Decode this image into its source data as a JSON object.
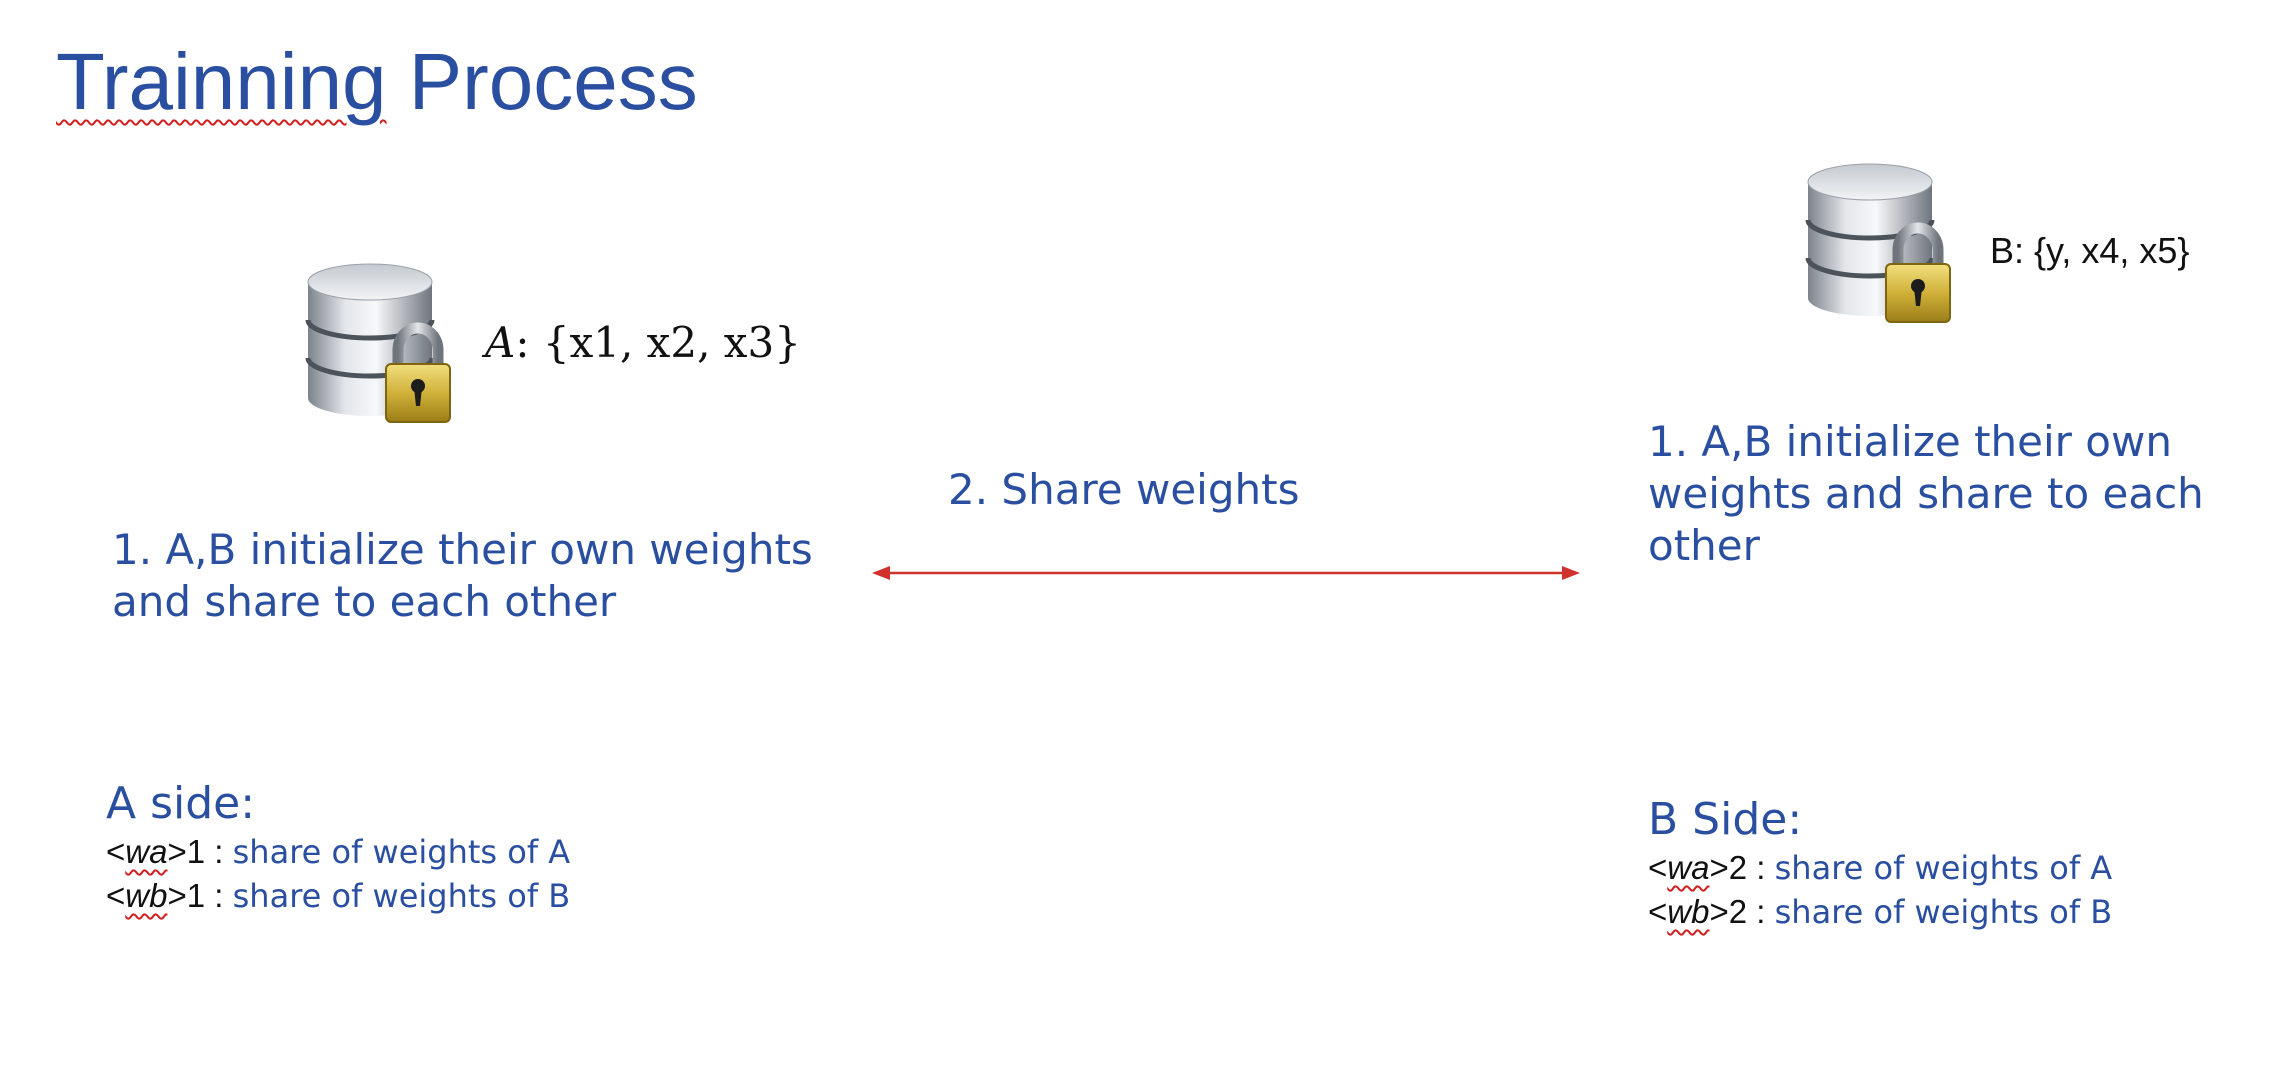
{
  "title": {
    "lead": "Trainning",
    "rest": " Process"
  },
  "party_a": {
    "var_name": "A",
    "features": ": {x1, x2, x3}",
    "step1_text": "1. A,B initialize their own weights and share to each other",
    "side": {
      "heading": "A side:",
      "lines": [
        {
          "lt": "<",
          "var": "wa",
          "gt": ">",
          "index": "1",
          "sep": " : ",
          "desc": "share of weights of A"
        },
        {
          "lt": "<",
          "var": "wb",
          "gt": ">",
          "index": "1",
          "sep": " : ",
          "desc": "share of weights of B"
        }
      ]
    }
  },
  "party_b": {
    "label": "B: {y, x4, x5}",
    "step1_text": "1. A,B initialize their own weights and share to each other",
    "side": {
      "heading": "B Side:",
      "lines": [
        {
          "lt": "<",
          "var": "wa",
          "gt": ">",
          "index": "2",
          "sep": " : ",
          "desc": "share of weights of A"
        },
        {
          "lt": "<",
          "var": "wb",
          "gt": ">",
          "index": "2",
          "sep": " : ",
          "desc": "share of weights of B"
        }
      ]
    }
  },
  "exchange": {
    "label": "2. Share weights",
    "arrow_color": "#d0312d"
  },
  "colors": {
    "title": "#2a4fa0",
    "text_blue": "#2a4fa0",
    "spellcheck": "#d21f1f"
  },
  "icons": [
    "locked-database-icon",
    "locked-database-icon"
  ]
}
